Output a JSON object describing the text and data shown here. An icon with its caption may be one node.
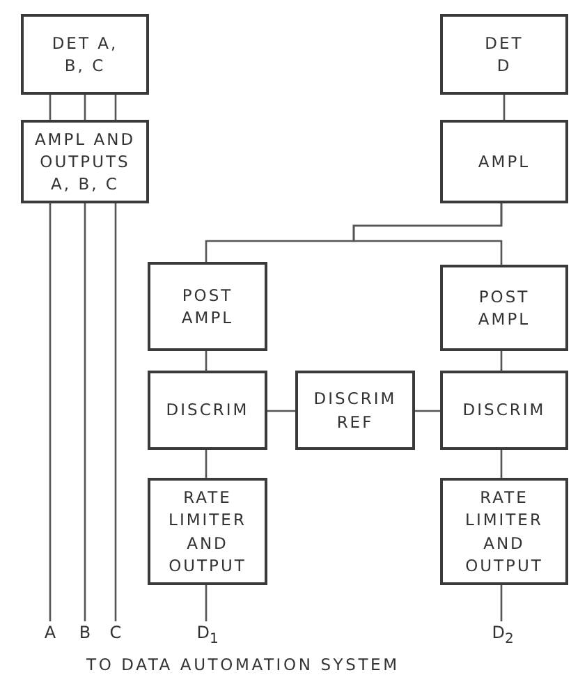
{
  "diagram": {
    "nodes": [
      {
        "text": [
          "DET A, B, C"
        ]
      },
      {
        "text": [
          "AMPL AND OUTPUTS A, B, C"
        ]
      },
      {
        "text": [
          "DET D"
        ]
      },
      {
        "text": [
          "AMPL"
        ]
      },
      {
        "text": [
          "POST AMPL"
        ]
      },
      {
        "text": [
          "POST AMPL"
        ]
      },
      {
        "text": [
          "DISCRIM"
        ]
      },
      {
        "text": [
          "DISCRIM REF"
        ]
      },
      {
        "text": [
          "DISCRIM"
        ]
      },
      {
        "text": [
          "RATE LIMITER AND OUTPUT"
        ]
      },
      {
        "text": [
          "RATE LIMITER AND OUTPUT"
        ]
      },
      {
        "text": [
          "A"
        ]
      },
      {
        "text": [
          "B"
        ]
      },
      {
        "text": [
          "C"
        ]
      },
      {
        "text": [
          "D$_{1}$"
        ]
      },
      {
        "text": [
          "D$_{2}$"
        ]
      }
    ],
    "edges": [
      {
        "from": 0,
        "to": 1,
        "arrow": "none"
      },
      {
        "from": 0,
        "to": 1,
        "arrow": "none"
      },
      {
        "from": 0,
        "to": 1,
        "arrow": "none"
      },
      {
        "from": 1,
        "to": 11,
        "arrow": "none"
      },
      {
        "from": 1,
        "to": 12,
        "arrow": "none"
      },
      {
        "from": 1,
        "to": 13,
        "arrow": "none"
      },
      {
        "from": 2,
        "to": 3,
        "arrow": "none"
      },
      {
        "from": 3,
        "to": 4,
        "arrow": "none"
      },
      {
        "from": 3,
        "to": 5,
        "arrow": "none"
      },
      {
        "from": 4,
        "to": 6,
        "arrow": "none"
      },
      {
        "from": 5,
        "to": 8,
        "arrow": "none"
      },
      {
        "from": 6,
        "to": 7,
        "arrow": "none"
      },
      {
        "from": 7,
        "to": 8,
        "arrow": "none"
      },
      {
        "from": 6,
        "to": 9,
        "arrow": "none"
      },
      {
        "from": 8,
        "to": 10,
        "arrow": "none"
      },
      {
        "from": 9,
        "to": 14,
        "arrow": "none"
      },
      {
        "from": 10,
        "to": 15,
        "arrow": "none"
      }
    ],
    "labels": [
      "TO DATA AUTOMATION SYSTEM"
    ]
  }
}
